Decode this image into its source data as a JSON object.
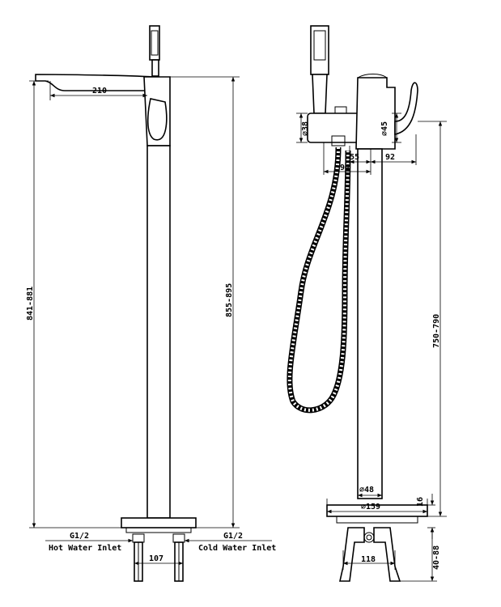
{
  "colors": {
    "line": "#000000",
    "background": "#ffffff"
  },
  "front_view": {
    "spout_reach": "210",
    "total_height": "841-881",
    "column_height": "855-895",
    "hot_inlet_size": "G1/2",
    "hot_inlet_label": "Hot Water Inlet",
    "cold_inlet_size": "G1/2",
    "cold_inlet_label": "Cold Water Inlet",
    "inlet_spacing": "107"
  },
  "side_view": {
    "diverter_diameter": "⌀38",
    "handle_diameter": "⌀45",
    "offset_55": "55",
    "offset_94": "94",
    "handle_depth": "92",
    "column_to_body": "750-790",
    "pipe_diameter": "⌀48",
    "base_diameter": "⌀159",
    "base_height": "16",
    "under_base_height": "40-88",
    "leg_spacing": "118"
  }
}
